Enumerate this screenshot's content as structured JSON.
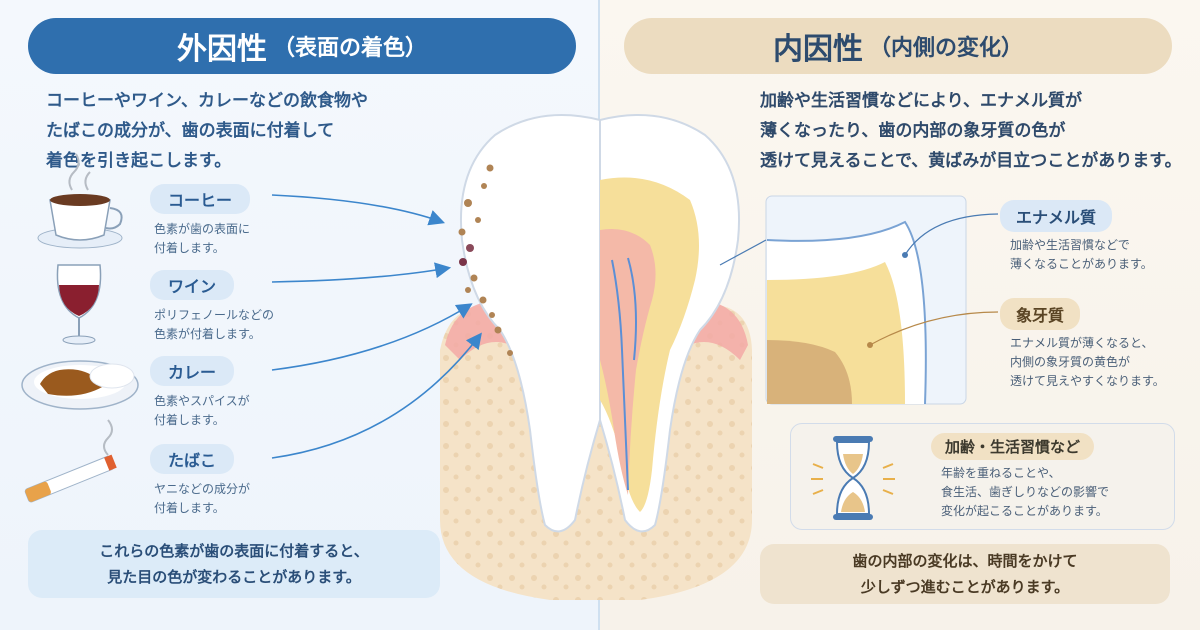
{
  "left": {
    "title": "外因性",
    "subtitle": "（表面の着色）",
    "intro": "コーヒーやワイン、カレーなどの飲食物や\nたばこの成分が、歯の表面に付着して\n着色を引き起こします。",
    "causes": [
      {
        "label": "コーヒー",
        "desc": "色素が歯の表面に\n付着します。",
        "icon": "coffee-cup-icon"
      },
      {
        "label": "ワイン",
        "desc": "ポリフェノールなどの\n色素が付着します。",
        "icon": "wine-glass-icon"
      },
      {
        "label": "カレー",
        "desc": "色素やスパイスが\n付着します。",
        "icon": "curry-plate-icon"
      },
      {
        "label": "たばこ",
        "desc": "ヤニなどの成分が\n付着します。",
        "icon": "cigarette-icon"
      }
    ],
    "note": "これらの色素が歯の表面に付着すると、\n見た目の色が変わることがあります。"
  },
  "right": {
    "title": "内因性",
    "subtitle": "（内側の変化）",
    "intro": "加齢や生活習慣などにより、エナメル質が\n薄くなったり、歯の内部の象牙質の色が\n透けて見えることで、黄ばみが目立つことがあります。",
    "enamel": {
      "label": "エナメル質",
      "desc": "加齢や生活習慣などで\n薄くなることがあります。"
    },
    "dentin": {
      "label": "象牙質",
      "desc": "エナメル質が薄くなると、\n内側の象牙質の黄色が\n透けて見えやすくなります。"
    },
    "aging": {
      "label": "加齢・生活習慣など",
      "desc": "年齢を重ねることや、\n食生活、歯ぎしりなどの影響で\n変化が起こることがあります。",
      "icon": "hourglass-icon"
    },
    "note": "歯の内部の変化は、時間をかけて\n少しずつ進むことがあります。"
  },
  "colors": {
    "left_title_bg": "#2f6fae",
    "right_title_bg": "#ecdcc0",
    "enamel": "#ffffff",
    "dentin": "#f6df9a",
    "pulp": "#f4b9a8",
    "gum": "#f3a9a6",
    "bone": "#f5e3c8",
    "arrow": "#3c86cc"
  }
}
